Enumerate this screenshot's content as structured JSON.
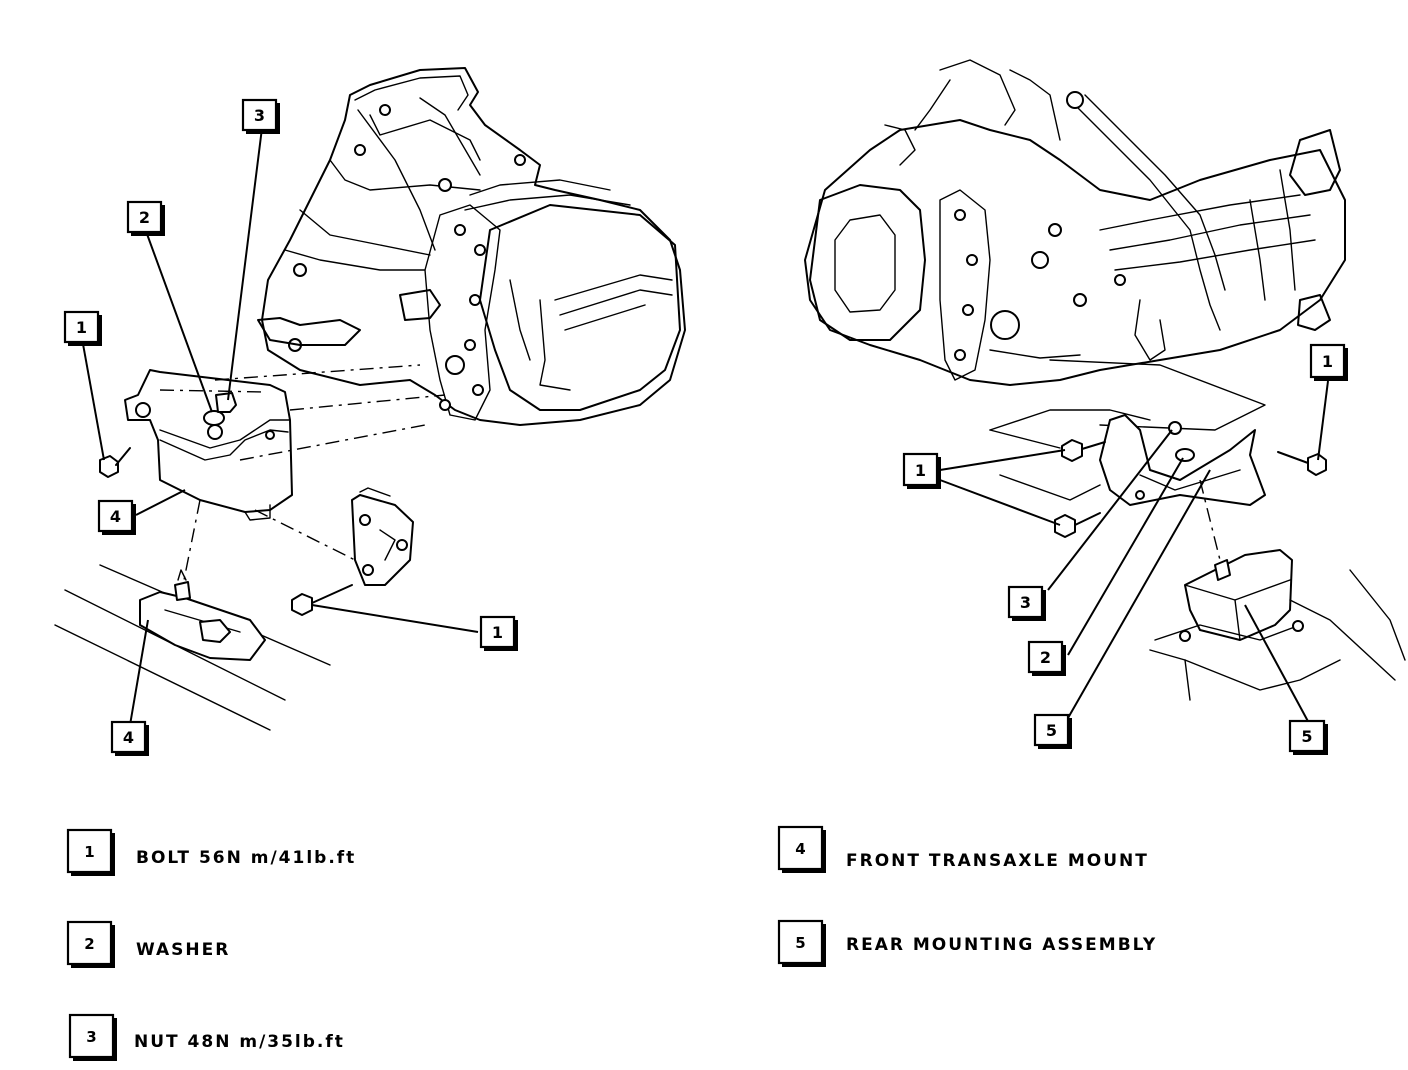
{
  "callouts": {
    "left": {
      "bolt_top": "1",
      "washer": "2",
      "nut": "3",
      "bracket": "4",
      "mount": "4",
      "bolt_bottom": "1"
    },
    "right": {
      "bolt": "1",
      "bolts_pair": "1",
      "nut": "3",
      "washer": "2",
      "bracket": "5",
      "mount": "5"
    }
  },
  "legend": [
    {
      "num": "1",
      "text": "BOLT 56N m/41lb.ft"
    },
    {
      "num": "2",
      "text": "WASHER"
    },
    {
      "num": "3",
      "text": "NUT 48N m/35lb.ft"
    },
    {
      "num": "4",
      "text": "FRONT TRANSAXLE MOUNT"
    },
    {
      "num": "5",
      "text": "REAR MOUNTING ASSEMBLY"
    }
  ]
}
